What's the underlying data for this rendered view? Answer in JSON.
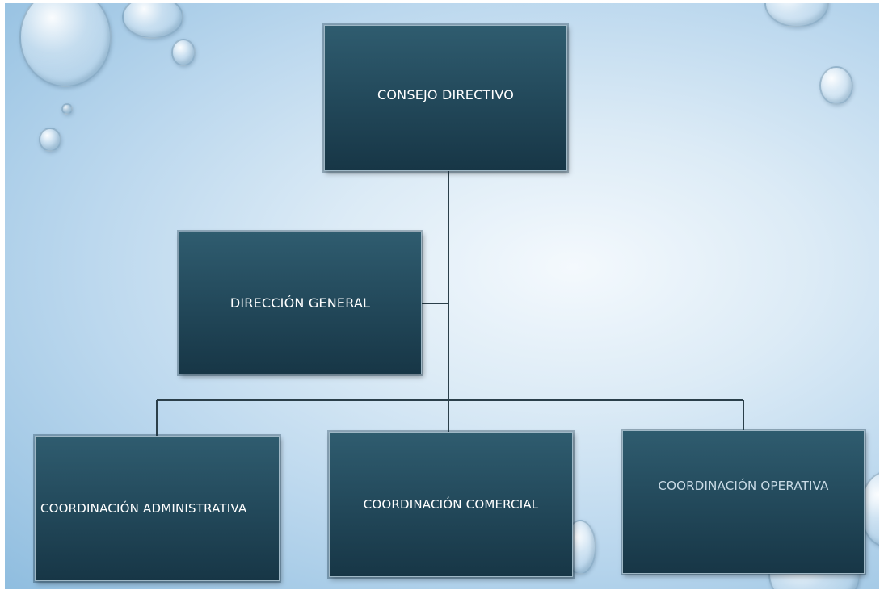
{
  "diagram": {
    "type": "org-chart",
    "nodes": {
      "consejo": "CONSEJO DIRECTIVO",
      "direccion": "DIRECCIÓN GENERAL",
      "admin": "COORDINACIÓN ADMINISTRATIVA",
      "comercial": "COORDINACIÓN COMERCIAL",
      "operativa": "COORDINACIÓN OPERATIVA"
    },
    "edges": [
      {
        "from": "CONSEJO DIRECTIVO",
        "to": "DIRECCIÓN GENERAL",
        "kind": "staff"
      },
      {
        "from": "CONSEJO DIRECTIVO",
        "to": "COORDINACIÓN ADMINISTRATIVA",
        "kind": "line"
      },
      {
        "from": "CONSEJO DIRECTIVO",
        "to": "COORDINACIÓN COMERCIAL",
        "kind": "line"
      },
      {
        "from": "CONSEJO DIRECTIVO",
        "to": "COORDINACIÓN OPERATIVA",
        "kind": "line"
      }
    ]
  },
  "colors": {
    "node_fill": "#244b5d",
    "node_border": "#9fb8c6",
    "connector": "#2b3f4a",
    "background": "#cfe3f2"
  }
}
